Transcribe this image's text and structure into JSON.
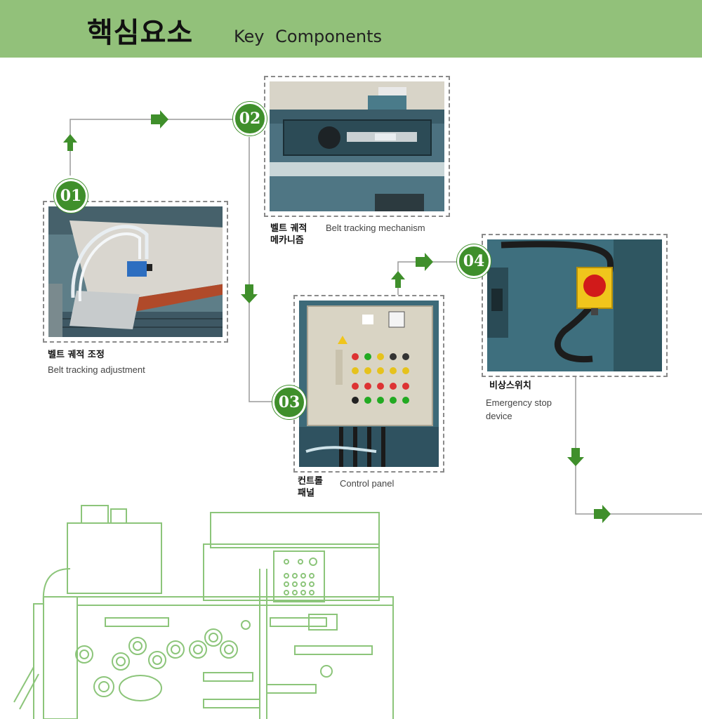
{
  "header": {
    "title_ko": "핵심요소",
    "title_en": "Key Components"
  },
  "components": [
    {
      "number": "01",
      "label_ko": "벨트 궤적 조정",
      "label_en": "Belt tracking adjustment"
    },
    {
      "number": "02",
      "label_ko_line1": "벨트 궤적",
      "label_ko_line2": "메카니즘",
      "label_en": "Belt tracking mechanism"
    },
    {
      "number": "03",
      "label_ko_line1": "컨트롤",
      "label_ko_line2": "패널",
      "label_en": "Control panel"
    },
    {
      "number": "04",
      "label_ko": "비상스위치",
      "label_en_line1": "Emergency stop",
      "label_en_line2": "device"
    }
  ],
  "colors": {
    "header_bg": "#92c17a",
    "accent_green": "#3f8f2b",
    "machine_line": "#8cc57a",
    "connector_line": "#9a9a9a"
  }
}
